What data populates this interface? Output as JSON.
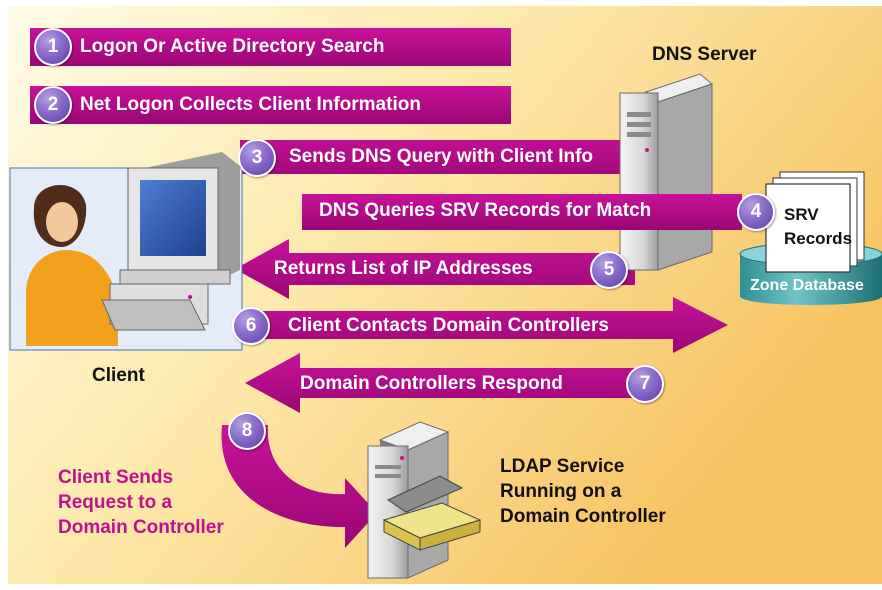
{
  "colors": {
    "background_outer": "#ffffff",
    "background_panel_start": "#fffbe3",
    "background_panel_end": "#f7c86a",
    "arrow": "#b0087e",
    "step_circle": "#8a6acb",
    "label_black": "#111111",
    "label_magenta": "#c0108a"
  },
  "steps": [
    {
      "number": "1",
      "label": "Logon Or Active Directory Search"
    },
    {
      "number": "2",
      "label": "Net Logon Collects Client Information"
    },
    {
      "number": "3",
      "label": "Sends DNS Query with Client Info"
    },
    {
      "number": "4",
      "label": "DNS Queries SRV Records for Match"
    },
    {
      "number": "5",
      "label": "Returns List of IP Addresses"
    },
    {
      "number": "6",
      "label": "Client Contacts Domain Controllers"
    },
    {
      "number": "7",
      "label": "Domain Controllers Respond"
    },
    {
      "number": "8",
      "label": "Client Sends Request to a Domain Controller"
    }
  ],
  "nodes": {
    "dns_server": "DNS Server",
    "client": "Client",
    "srv_records": "SRV Records",
    "zone_database": "Zone Database",
    "ldap_service": "LDAP Service Running on a Domain Controller"
  },
  "icons": [
    "dns-server-icon",
    "client-workstation-icon",
    "srv-records-icon",
    "zone-database-icon",
    "domain-controller-icon"
  ]
}
